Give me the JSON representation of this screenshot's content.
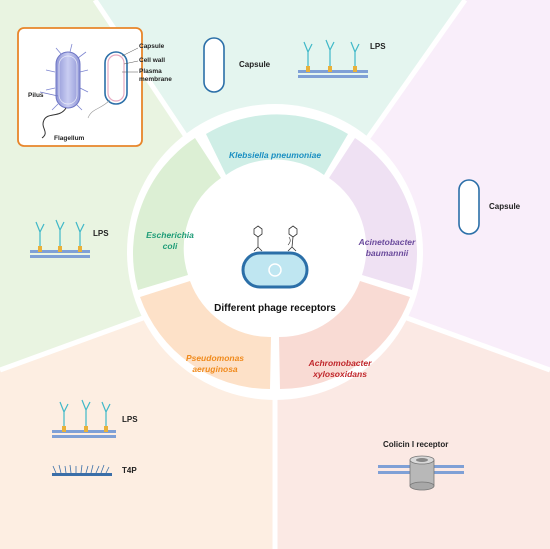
{
  "title": "Different phage receptors",
  "bacteria": {
    "klebsiella": {
      "name": "Klebsiella pneumoniae",
      "color": "#1a8fc2"
    },
    "escherichia": {
      "line1": "Escherichia",
      "line2": "coli",
      "color": "#1e9c77"
    },
    "acinetobacter": {
      "line1": "Acinetobacter",
      "line2": "baumannii",
      "color": "#6a4a9c"
    },
    "pseudomonas": {
      "line1": "Pseudomonas",
      "line2": "aeruginosa",
      "color": "#f08a1c"
    },
    "achromobacter": {
      "line1": "Achromobacter",
      "line2": "xylosoxidans",
      "color": "#c0262b"
    }
  },
  "receptors": {
    "klebsiella_capsule": "Capsule",
    "klebsiella_lps": "LPS",
    "acinetobacter_capsule": "Capsule",
    "escherichia_lps": "LPS",
    "pseudomonas_lps": "LPS",
    "pseudomonas_t4p": "T4P",
    "achromobacter_colicin": "Colicin I receptor"
  },
  "inset": {
    "pilus": "Pilus",
    "flagellum": "Flagellum",
    "capsule": "Capsule",
    "cell_wall": "Cell wall",
    "plasma_line1": "Plasma",
    "plasma_line2": "membrane"
  },
  "colors": {
    "klebsiella_bg": "#e4f5ef",
    "escherichia_bg": "#e9f4e1",
    "acinetobacter_bg": "#f9eefa",
    "pseudomonas_bg": "#fdeee2",
    "achromobacter_bg": "#fbe9e4",
    "inset_border": "#e8852a",
    "lps_color": "#3fb8c8"
  }
}
